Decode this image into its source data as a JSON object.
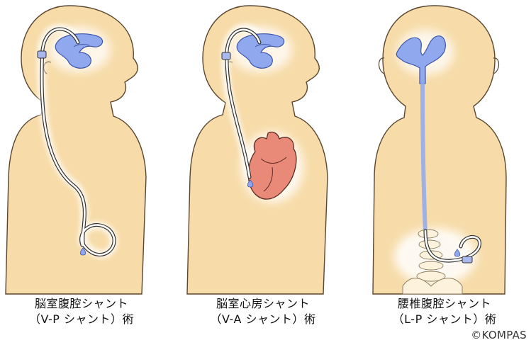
{
  "panels": [
    {
      "line1": "脳室腹腔シャント",
      "line2": "（V-P シャント）術"
    },
    {
      "line1": "脳室心房シャント",
      "line2": "（V-A シャント）術"
    },
    {
      "line1": "腰椎腹腔シャント",
      "line2": "（L-P シャント）術"
    }
  ],
  "credit": "©KOMPAS",
  "colors": {
    "skin_fill": "#f7dcaa",
    "skin_stroke": "#5a4630",
    "ventricle": "#8fa8ee",
    "ventricle_stroke": "#3f56a8",
    "tube": "#ffffff",
    "tube_stroke": "#333333",
    "heart": "#e98a78",
    "heart_stroke": "#5a2b22",
    "glow": "#ffffff",
    "spine": "#fdf3dc"
  }
}
